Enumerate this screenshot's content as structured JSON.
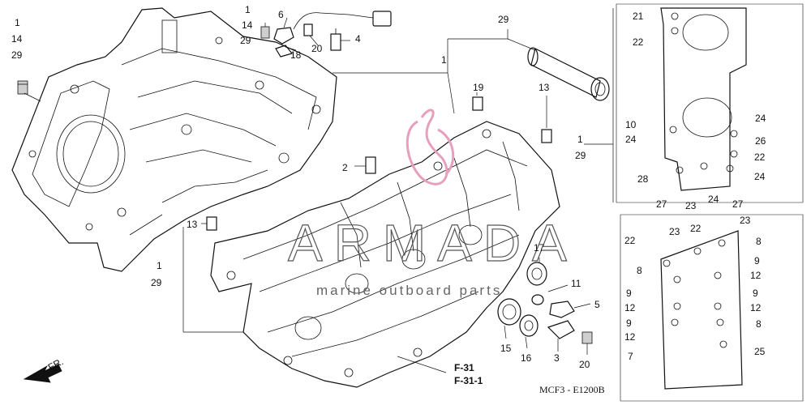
{
  "diagram": {
    "code": "MCF3 - E1200B",
    "watermark": {
      "brand": "ARMADA",
      "tagline": "marine outboard parts"
    },
    "ref_labels": [
      "F-31",
      "F-31-1"
    ],
    "direction_label": "FR.",
    "callouts": [
      "1",
      "14",
      "29",
      "1",
      "14",
      "29",
      "6",
      "18",
      "20",
      "4",
      "29",
      "1",
      "19",
      "13",
      "2",
      "13",
      "1",
      "29",
      "17",
      "11",
      "5",
      "15",
      "16",
      "3",
      "20",
      "21",
      "22",
      "10",
      "24",
      "24",
      "26",
      "22",
      "28",
      "27",
      "23",
      "24",
      "27",
      "24",
      "1",
      "29",
      "23",
      "22",
      "23",
      "22",
      "8",
      "8",
      "9",
      "12",
      "9",
      "12",
      "9",
      "12",
      "9",
      "12",
      "8",
      "7",
      "25"
    ]
  }
}
